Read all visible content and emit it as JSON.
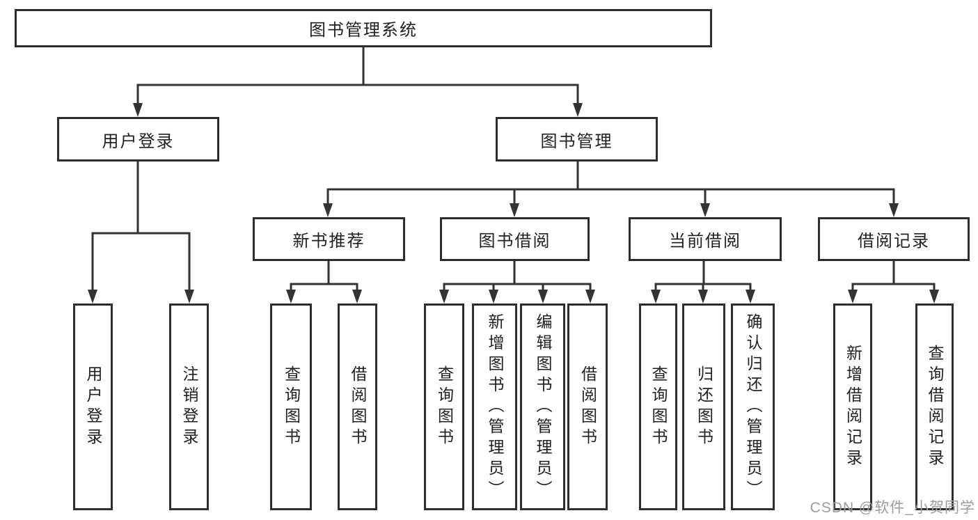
{
  "colors": {
    "line": "#333333",
    "box_border": "#2d2d2d",
    "box_background": "#ffffff",
    "label_text": "#212121",
    "watermark_text": "#9c9c9c"
  },
  "watermark": {
    "text": "CSDN @软件_小贺同学"
  },
  "diagram": {
    "type": "function-tree",
    "root": {
      "label": "图书管理系统"
    },
    "branches": [
      {
        "label": "用户登录",
        "children": [
          {
            "label": "用户登录"
          },
          {
            "label": "注销登录"
          }
        ]
      },
      {
        "label": "图书管理",
        "children": [
          {
            "label": "新书推荐",
            "children": [
              {
                "label": "查询图书"
              },
              {
                "label": "借阅图书"
              }
            ]
          },
          {
            "label": "图书借阅",
            "children": [
              {
                "label": "查询图书"
              },
              {
                "label": "新增图书（管理员）"
              },
              {
                "label": "编辑图书（管理员）"
              },
              {
                "label": "借阅图书"
              }
            ]
          },
          {
            "label": "当前借阅",
            "children": [
              {
                "label": "查询图书"
              },
              {
                "label": "归还图书"
              },
              {
                "label": "确认归还（管理员）"
              }
            ]
          },
          {
            "label": "借阅记录",
            "children": [
              {
                "label": "新增借阅记录"
              },
              {
                "label": "查询借阅记录"
              }
            ]
          }
        ]
      }
    ]
  }
}
